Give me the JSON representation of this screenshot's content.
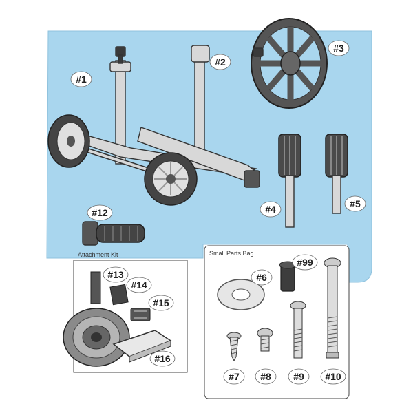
{
  "colors": {
    "panel_blue": "#a9d6ee",
    "box_fill": "#ffffff",
    "part_metal": "#d8d8d8",
    "part_dark": "#3a3a3a"
  },
  "boxes": {
    "attachment_kit": "Attachment Kit",
    "small_parts_bag": "Small Parts Bag"
  },
  "labels": {
    "p1": "#1",
    "p2": "#2",
    "p3": "#3",
    "p4": "#4",
    "p5": "#5",
    "p6": "#6",
    "p7": "#7",
    "p8": "#8",
    "p9": "#9",
    "p10": "#10",
    "p12": "#12",
    "p13": "#13",
    "p14": "#14",
    "p15": "#15",
    "p16": "#16",
    "p99": "#99"
  }
}
